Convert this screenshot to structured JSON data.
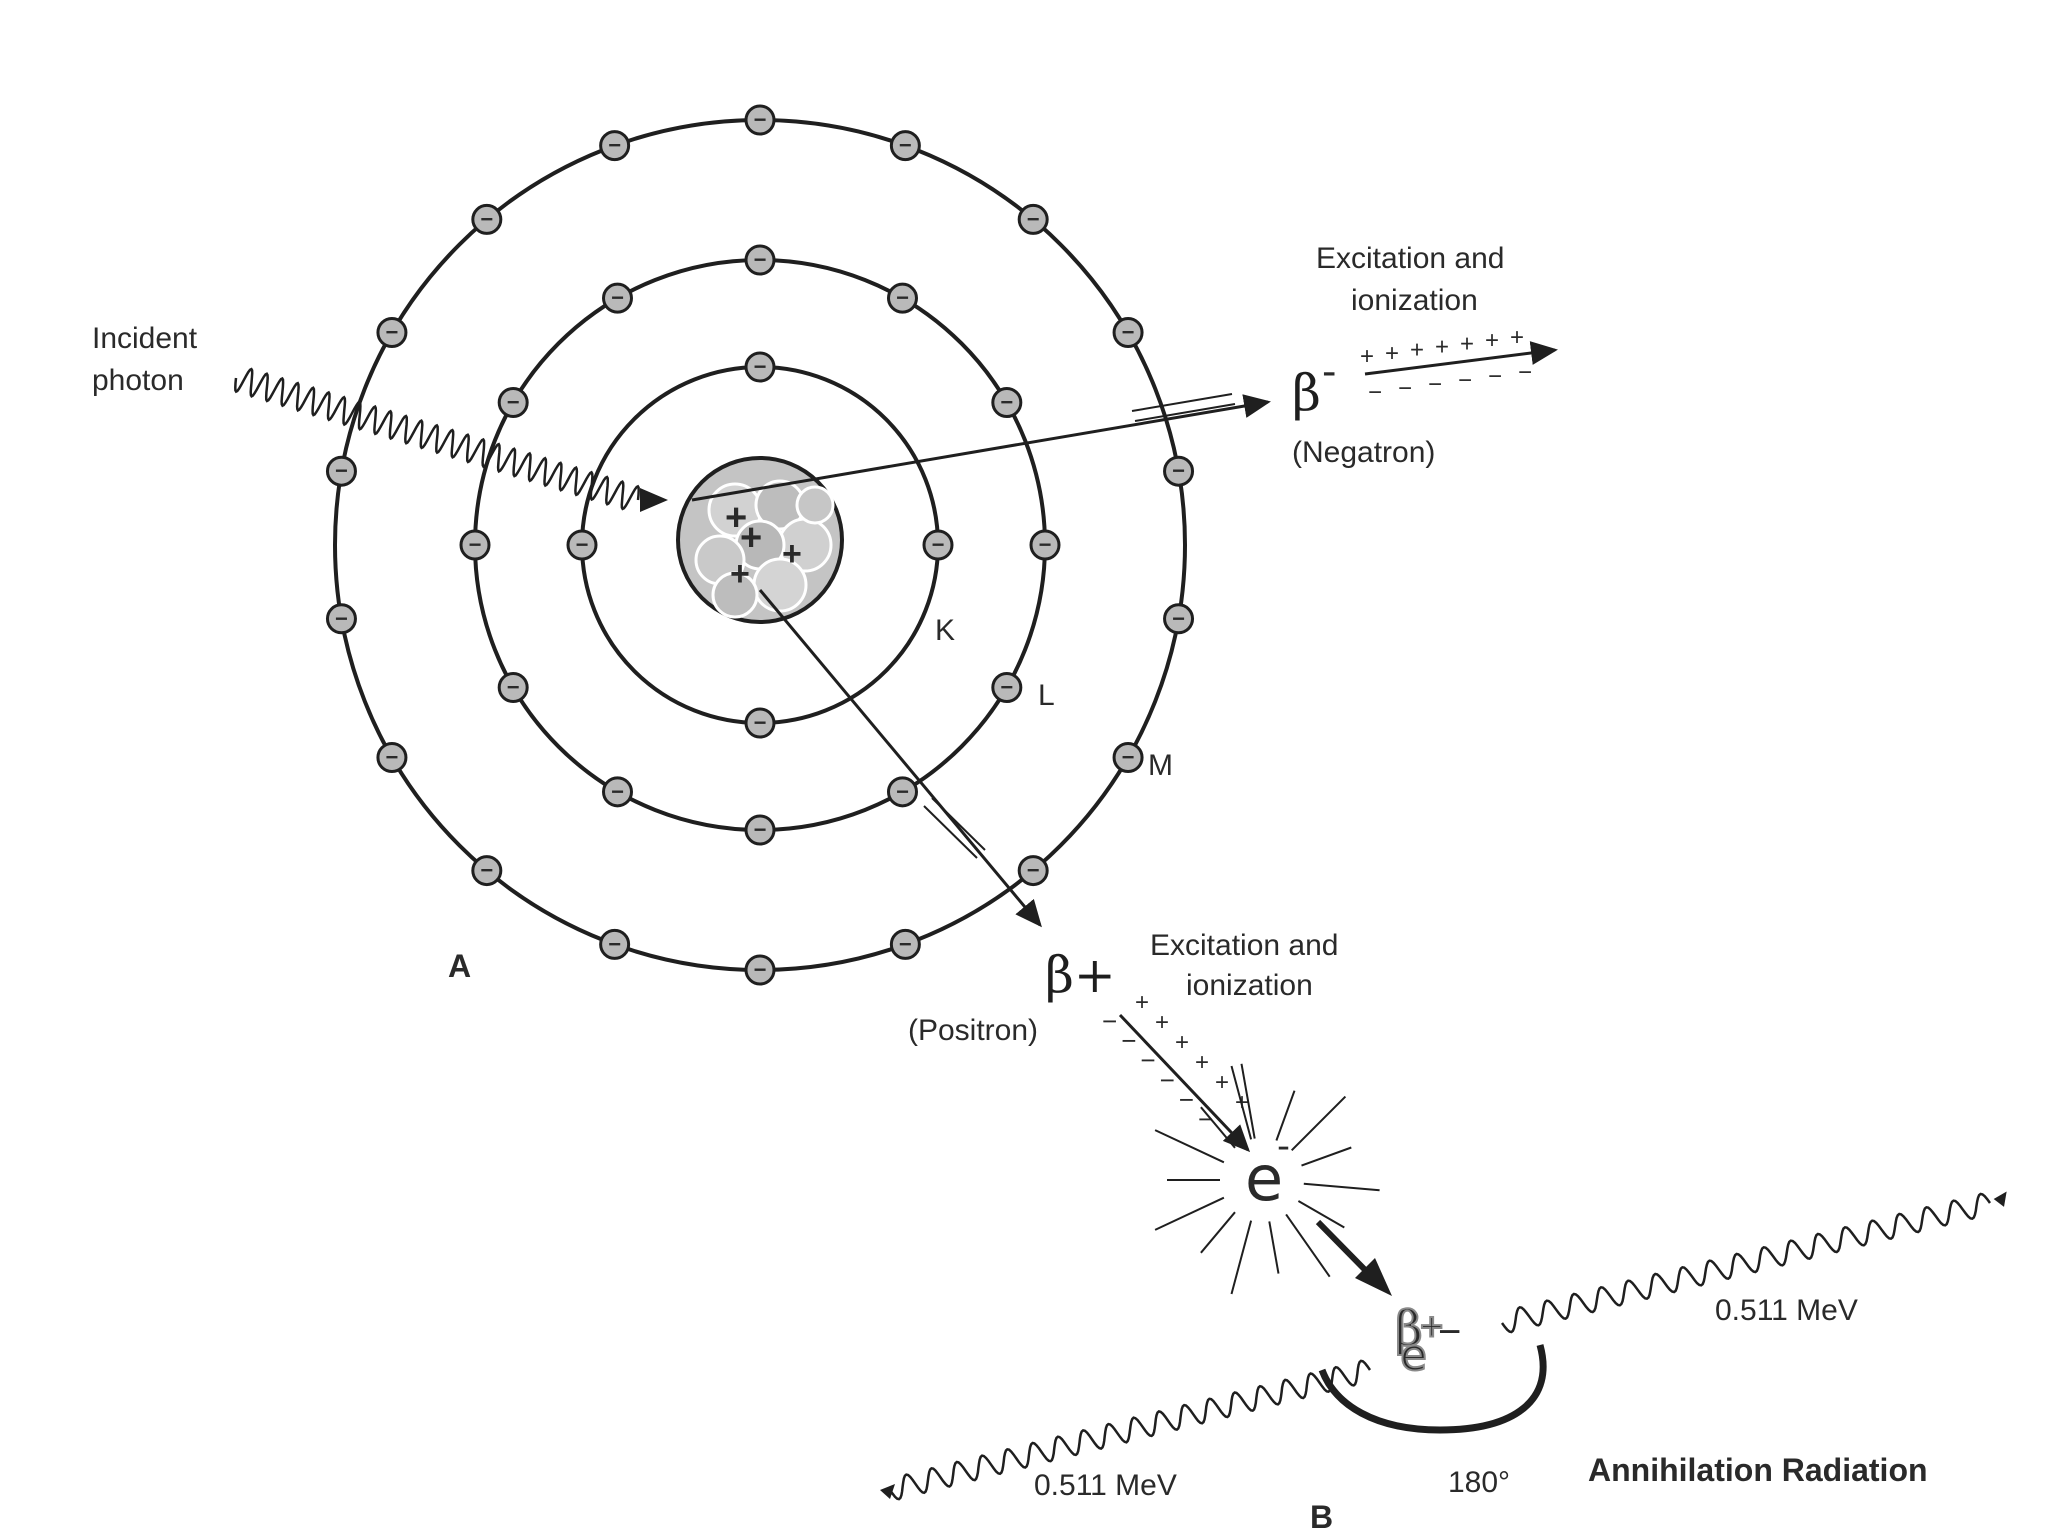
{
  "labels": {
    "incident_photon_line1": "Incident",
    "incident_photon_line2": "photon",
    "negatron_excitation_line1": "Excitation and",
    "negatron_excitation_line2": "ionization",
    "beta_minus_symbol": "β",
    "beta_minus_sign": "-",
    "negatron": "(Negatron)",
    "shell_k": "K",
    "shell_l": "L",
    "shell_m": "M",
    "panel_a": "A",
    "beta_plus": "β+",
    "positron": "(Positron)",
    "positron_excitation_line1": "Excitation and",
    "positron_excitation_line2": "ionization",
    "electron": "e",
    "electron_sign": "-",
    "energy_right": "0.511 MeV",
    "energy_left": "0.511 MeV",
    "angle": "180°",
    "annihilation_radiation": "Annihilation Radiation",
    "panel_b": "B",
    "annihilation_beta": "β",
    "annihilation_e": "e",
    "annihilation_plus": "+",
    "annihilation_minus": "−",
    "minus_glyph": "−",
    "plus_glyph": "+"
  },
  "shells": [
    {
      "name": "K",
      "electrons": 4
    },
    {
      "name": "L",
      "electrons": 12
    },
    {
      "name": "M",
      "electrons": 18
    }
  ],
  "colors": {
    "ink": "#1f1f1f",
    "electron_fill": "#b9b9b9",
    "nucleus_fill": "#c4c4c4"
  }
}
